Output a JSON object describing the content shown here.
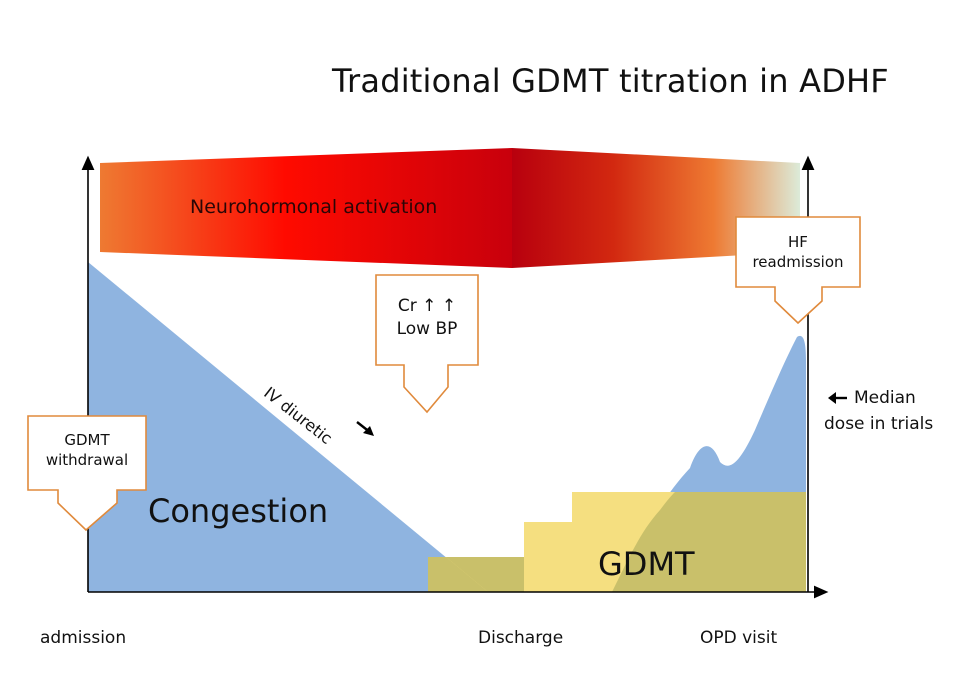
{
  "title": "Traditional GDMT titration in ADHF",
  "bands": {
    "neurohormonal": "Neurohormonal activation"
  },
  "areas": {
    "congestion": "Congestion",
    "gdmt": "GDMT"
  },
  "arrows": {
    "iv_diuretic": "IV diuretic",
    "median_dose_line1": "Median",
    "median_dose_line2": "dose in trials"
  },
  "callouts": {
    "gdmt_withdrawal_line1": "GDMT",
    "gdmt_withdrawal_line2": "withdrawal",
    "cr_line1": "Cr ↑ ↑",
    "cr_line2": "Low BP",
    "hf_line1": "HF",
    "hf_line2": "readmission"
  },
  "timeline": {
    "admission": "admission",
    "discharge": "Discharge",
    "opd": "OPD visit"
  },
  "colors": {
    "congestion": "#8fb4e0",
    "gdmt": "#f5df80",
    "overlap": "#c9c06a",
    "callout_border": "#e08a3c",
    "band_red": "#e50000",
    "band_orange": "#ee7a32",
    "band_fade": "#dcebd9"
  }
}
